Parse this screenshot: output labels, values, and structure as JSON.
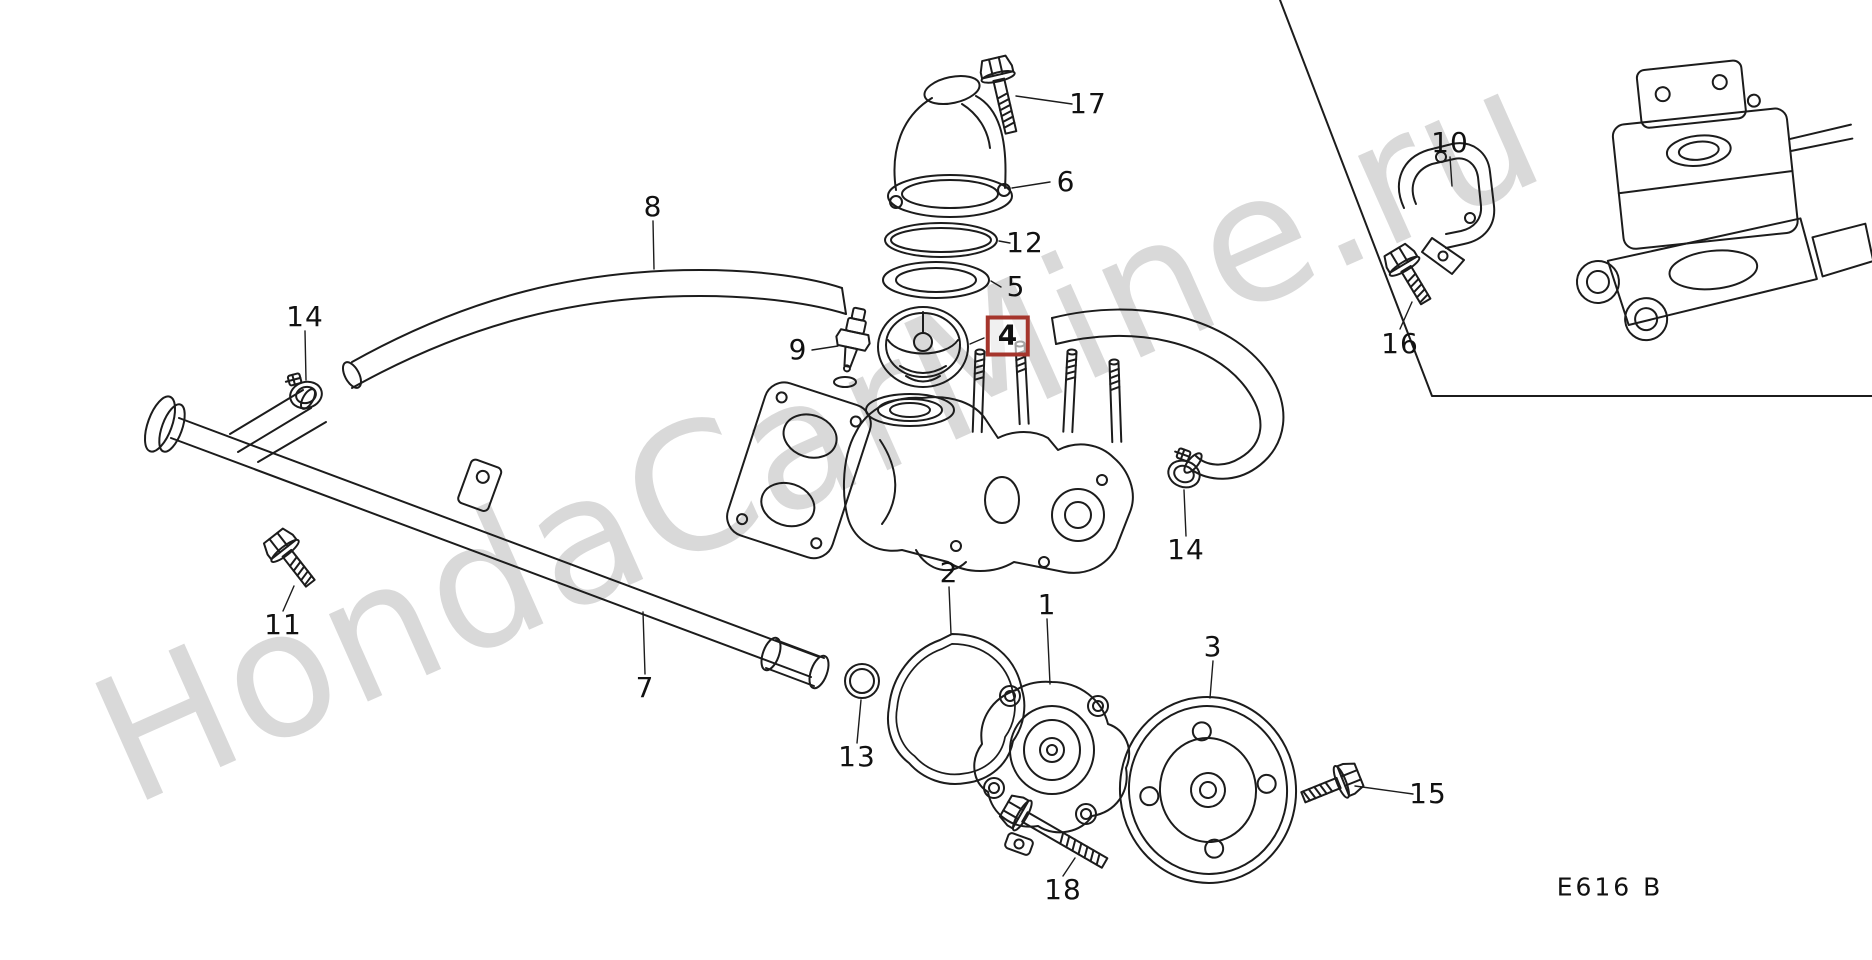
{
  "diagram": {
    "watermark": "HondaCarMine.ru",
    "code": "E616 B",
    "highlight_color": "#a5352c",
    "line_color": "#1c1c1c",
    "background": "#ffffff"
  },
  "callouts": [
    {
      "label": "17",
      "highlighted": false
    },
    {
      "label": "6",
      "highlighted": false
    },
    {
      "label": "12",
      "highlighted": false
    },
    {
      "label": "5",
      "highlighted": false
    },
    {
      "label": "4",
      "highlighted": true
    },
    {
      "label": "9",
      "highlighted": false
    },
    {
      "label": "8",
      "highlighted": false
    },
    {
      "label": "14",
      "highlighted": false
    },
    {
      "label": "10",
      "highlighted": false
    },
    {
      "label": "16",
      "highlighted": false
    },
    {
      "label": "14",
      "highlighted": false
    },
    {
      "label": "11",
      "highlighted": false
    },
    {
      "label": "7",
      "highlighted": false
    },
    {
      "label": "13",
      "highlighted": false
    },
    {
      "label": "2",
      "highlighted": false
    },
    {
      "label": "1",
      "highlighted": false
    },
    {
      "label": "3",
      "highlighted": false
    },
    {
      "label": "15",
      "highlighted": false
    },
    {
      "label": "18",
      "highlighted": false
    }
  ]
}
